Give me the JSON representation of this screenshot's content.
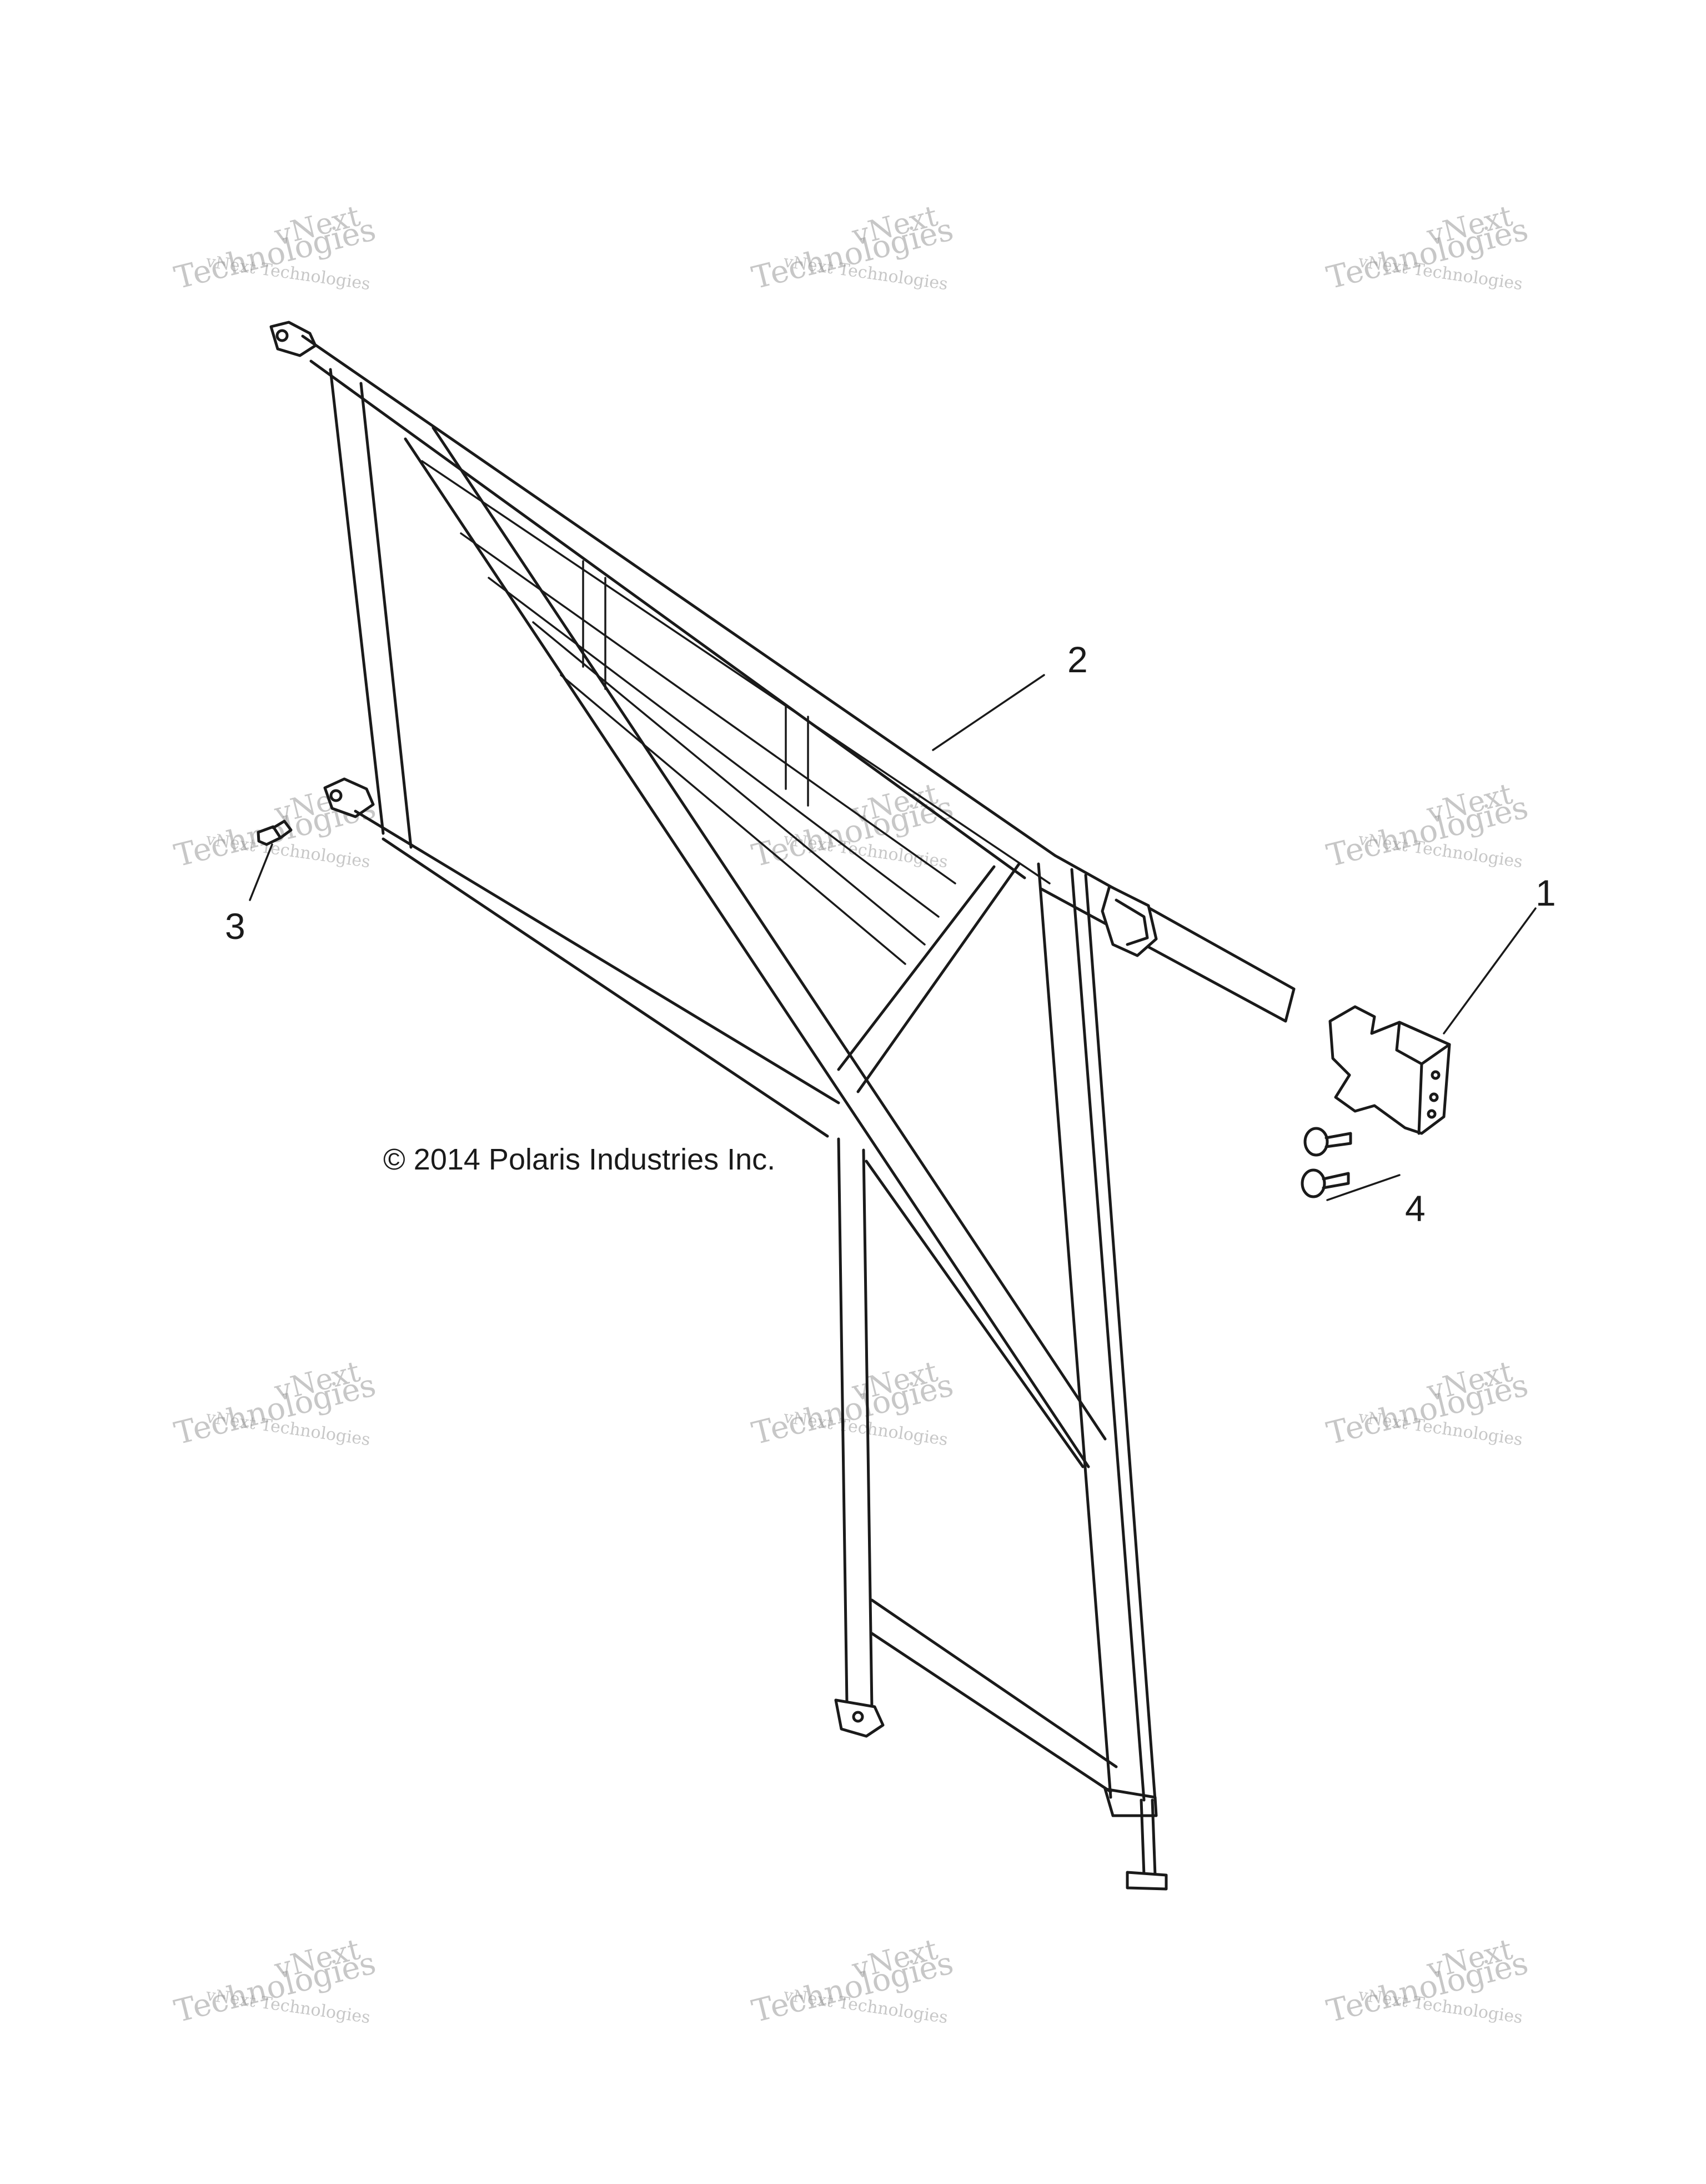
{
  "copyright": "© 2014 Polaris Industries Inc.",
  "callouts": [
    {
      "id": "1",
      "label": "1"
    },
    {
      "id": "2",
      "label": "2"
    },
    {
      "id": "3",
      "label": "3"
    },
    {
      "id": "4",
      "label": "4"
    }
  ],
  "watermark": {
    "line1": "vNext Technologies",
    "line2": "vNext",
    "line3": "Technologies"
  },
  "colors": {
    "line": "#1a1a1a",
    "watermark": "#9a9a9a",
    "background": "#ffffff"
  }
}
